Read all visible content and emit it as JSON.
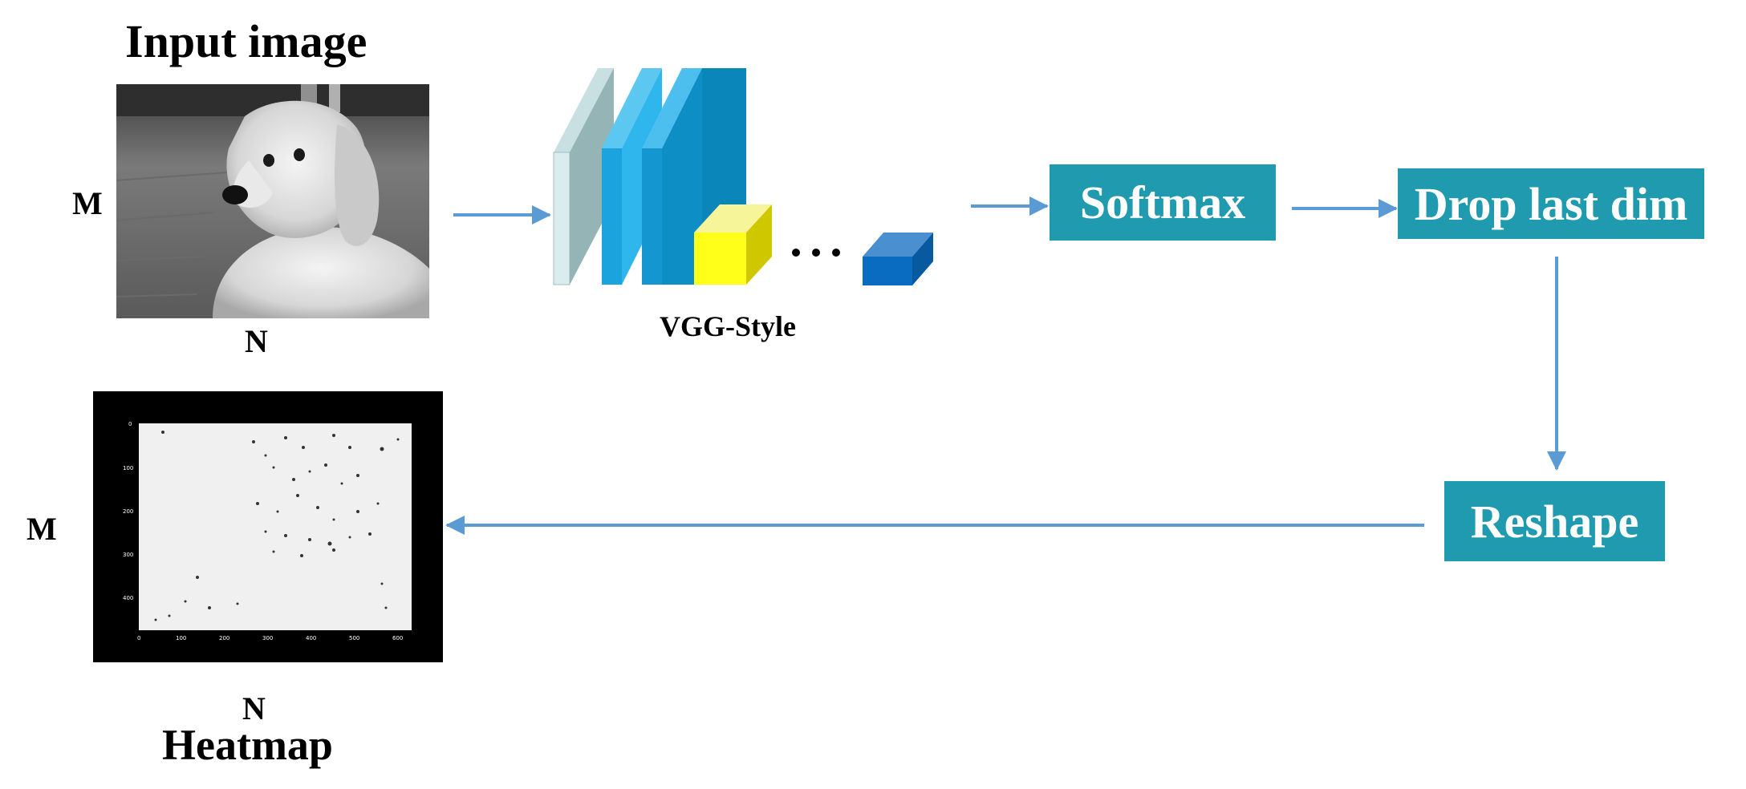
{
  "input": {
    "title": "Input image",
    "height_label": "M",
    "width_label": "N"
  },
  "network": {
    "caption": "VGG-Style",
    "ellipsis": "•••"
  },
  "steps": {
    "softmax": "Softmax",
    "drop": "Drop last dim",
    "reshape": "Reshape"
  },
  "output": {
    "height_label": "M",
    "width_label": "N",
    "title": "Heatmap",
    "y_ticks": [
      "0",
      "100",
      "200",
      "300",
      "400"
    ],
    "x_ticks": [
      "0",
      "100",
      "200",
      "300",
      "400",
      "500",
      "600"
    ]
  },
  "colors": {
    "step_fill": "#1f9aaf",
    "arrow": "#5b9bd5"
  }
}
